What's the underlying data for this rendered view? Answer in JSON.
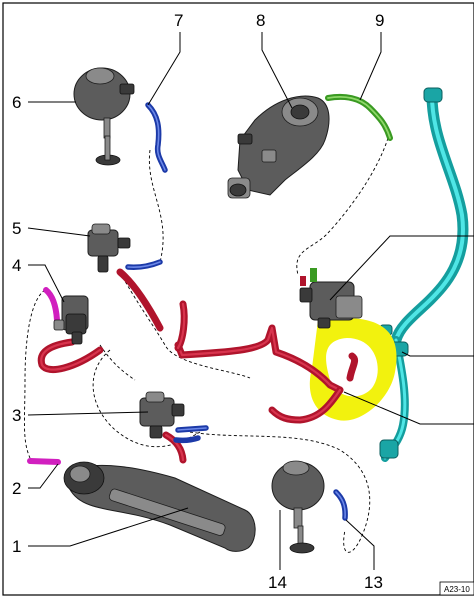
{
  "callouts": [
    {
      "id": "1",
      "label": "1"
    },
    {
      "id": "2",
      "label": "2"
    },
    {
      "id": "3",
      "label": "3"
    },
    {
      "id": "4",
      "label": "4"
    },
    {
      "id": "5",
      "label": "5"
    },
    {
      "id": "6",
      "label": "6"
    },
    {
      "id": "7",
      "label": "7"
    },
    {
      "id": "8",
      "label": "8"
    },
    {
      "id": "9",
      "label": "9"
    },
    {
      "id": "13",
      "label": "13"
    },
    {
      "id": "14",
      "label": "14"
    }
  ],
  "reference_code": "A23-10",
  "colors": {
    "red_hose": "#b0142c",
    "blue_hose": "#1c3aa8",
    "green_hose": "#3a9a22",
    "magenta_hose": "#d11fbf",
    "cyan_hose": "#149e9e",
    "highlight": "#f2f20e",
    "component": "#5c5c5c"
  }
}
